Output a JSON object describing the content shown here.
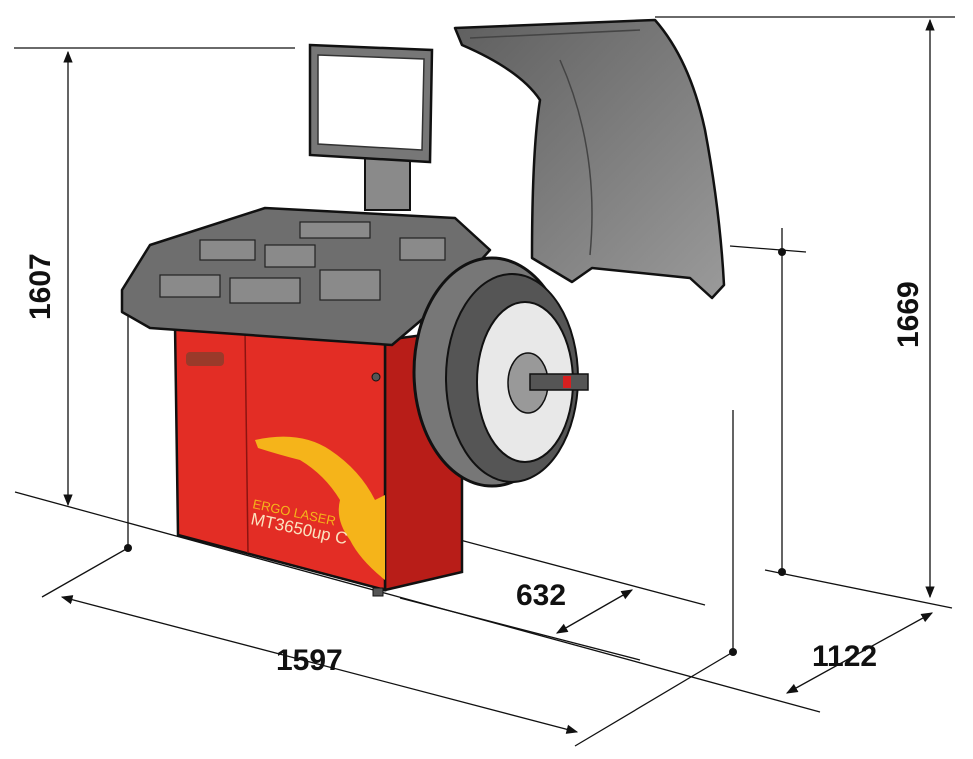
{
  "dimensions": {
    "height_machine": "1607",
    "height_hood_open": "1669",
    "width": "1597",
    "depth_cabinet": "632",
    "depth_total": "1122"
  },
  "machine": {
    "series_label": "ERGO LASER",
    "model_label": "MT3650up C"
  },
  "colors": {
    "cabinet": "#e32d25",
    "cabinet_side": "#b81d18",
    "accent": "#f5b41a",
    "plastic": "#6e6e6e",
    "hood": "#7a7a7a"
  }
}
